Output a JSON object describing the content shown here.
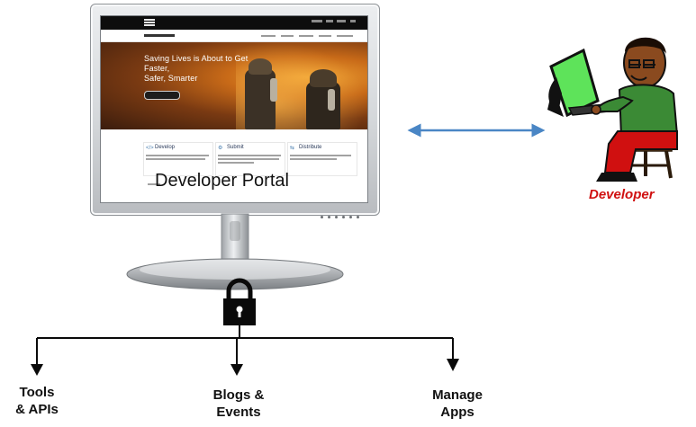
{
  "portal": {
    "label": "Developer Portal",
    "site": {
      "hero_title_line1": "Saving Lives is About to Get Faster,",
      "hero_title_line2": "Safer, Smarter",
      "cards": [
        {
          "title": "Develop",
          "icon": "code-icon"
        },
        {
          "title": "Submit",
          "icon": "gear-icon"
        },
        {
          "title": "Distribute",
          "icon": "share-icon"
        }
      ]
    }
  },
  "developer": {
    "label": "Developer"
  },
  "connection": {
    "arrow_color": "#4a86c5"
  },
  "branches": [
    {
      "line1": "Tools",
      "line2": "& APIs"
    },
    {
      "line1": "Blogs &",
      "line2": "Events"
    },
    {
      "line1": "Manage",
      "line2": "Apps"
    }
  ],
  "lock": {
    "icon": "padlock-icon"
  },
  "colors": {
    "developer_label": "#d01010",
    "shirt": "#3b8a35",
    "pants": "#d01010",
    "skin": "#8a4a1f",
    "monitor_screen": "#5ee35a"
  }
}
